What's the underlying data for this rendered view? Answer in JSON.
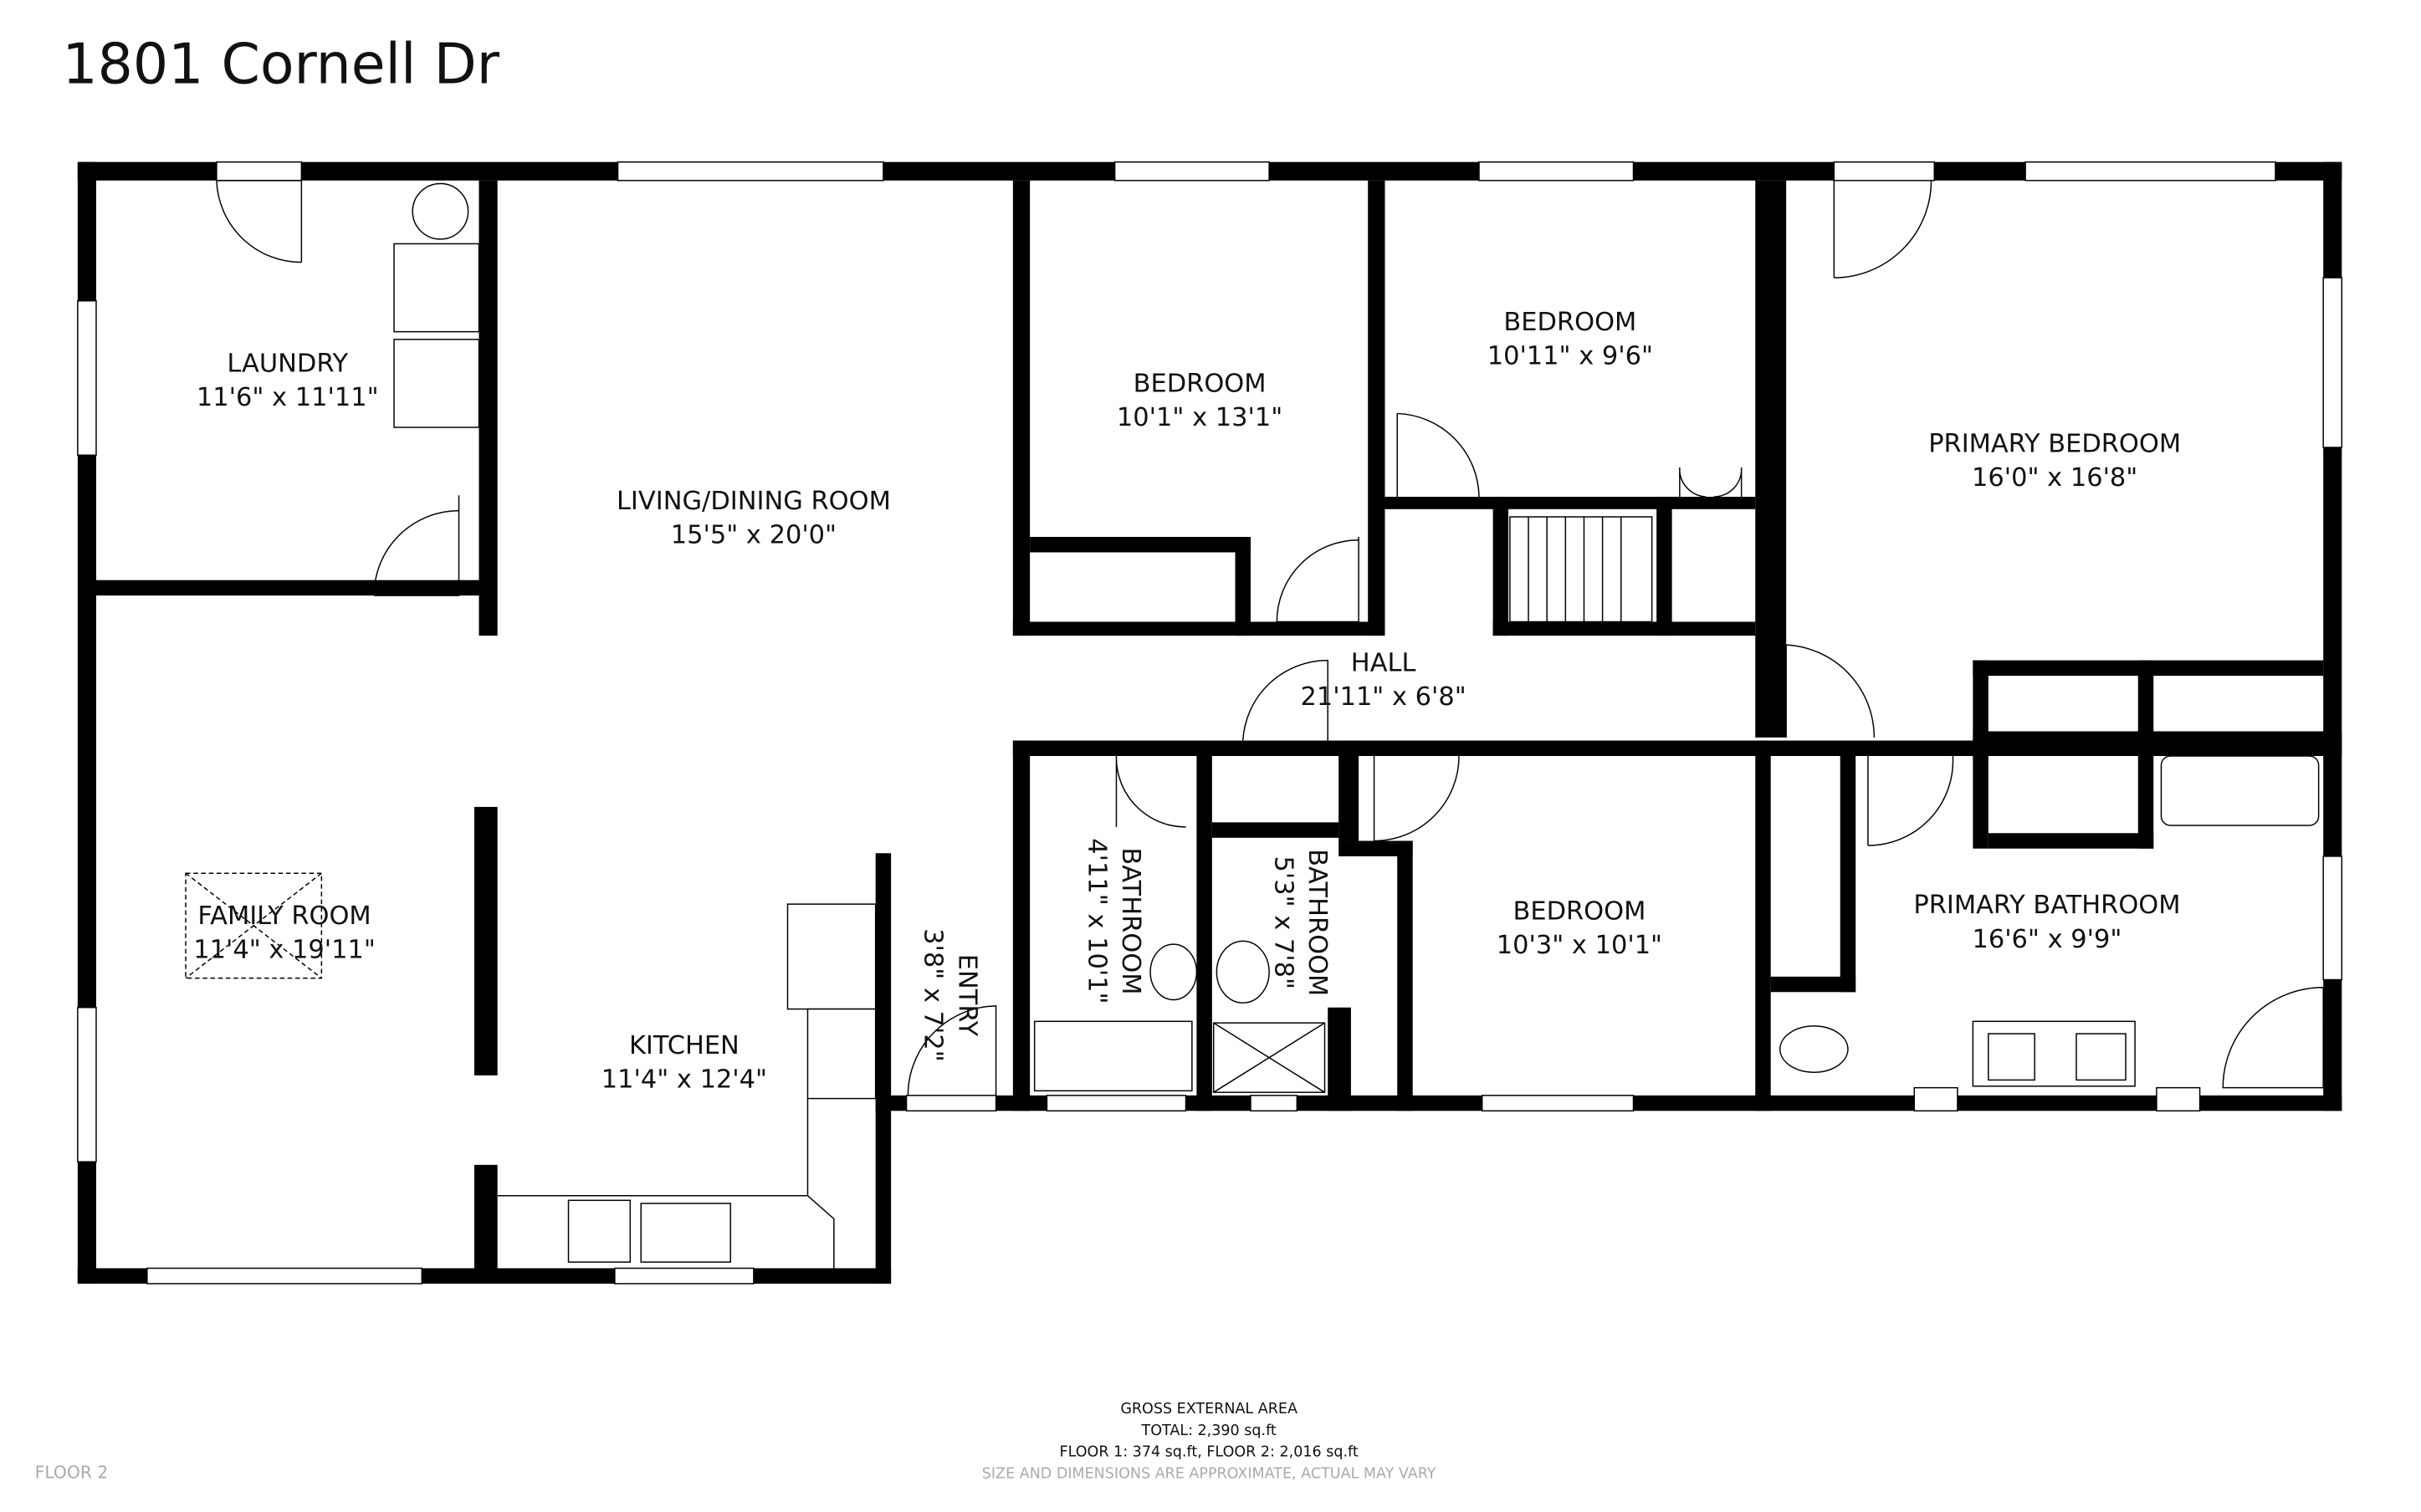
{
  "title": "1801 Cornell Dr",
  "floor_label": "FLOOR 2",
  "rooms": {
    "laundry": {
      "name": "LAUNDRY",
      "dims": "11'6\" x 11'11\""
    },
    "living": {
      "name": "LIVING/DINING ROOM",
      "dims": "15'5\" x 20'0\""
    },
    "bedroom1": {
      "name": "BEDROOM",
      "dims": "10'1\" x 13'1\""
    },
    "bedroom2": {
      "name": "BEDROOM",
      "dims": "10'11\" x 9'6\""
    },
    "primary_bedroom": {
      "name": "PRIMARY BEDROOM",
      "dims": "16'0\" x 16'8\""
    },
    "hall": {
      "name": "HALL",
      "dims": "21'11\" x 6'8\""
    },
    "family": {
      "name": "FAMILY ROOM",
      "dims": "11'4\" x 19'11\""
    },
    "kitchen": {
      "name": "KITCHEN",
      "dims": "11'4\" x 12'4\""
    },
    "entry": {
      "name": "ENTRY",
      "dims": "3'8\" x 7'2\""
    },
    "bathroom1": {
      "name": "BATHROOM",
      "dims": "4'11\" x 10'1\""
    },
    "bathroom2": {
      "name": "BATHROOM",
      "dims": "5'3\" x 7'8\""
    },
    "bedroom3": {
      "name": "BEDROOM",
      "dims": "10'3\" x 10'1\""
    },
    "primary_bath": {
      "name": "PRIMARY BATHROOM",
      "dims": "16'6\" x 9'9\""
    }
  },
  "footer": {
    "line1": "GROSS EXTERNAL AREA",
    "line2": "TOTAL: 2,390 sq.ft",
    "line3": "FLOOR 1: 374 sq.ft, FLOOR 2: 2,016 sq.ft",
    "disclaimer": "SIZE AND DIMENSIONS ARE APPROXIMATE, ACTUAL MAY VARY"
  }
}
